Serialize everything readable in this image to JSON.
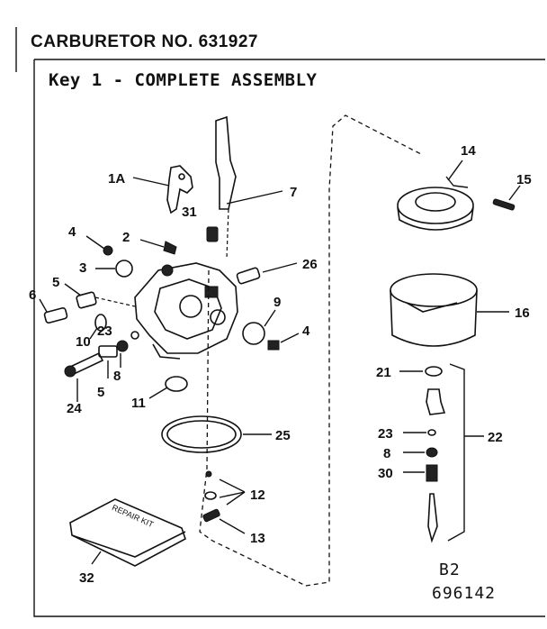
{
  "header": {
    "title": "CARBURETOR NO. 631927",
    "subtitle": "Key 1 - COMPLETE ASSEMBLY"
  },
  "labels": {
    "l1A": "1A",
    "l2": "2",
    "l3": "3",
    "l4a": "4",
    "l4b": "4",
    "l5a": "5",
    "l5b": "5",
    "l6": "6",
    "l7": "7",
    "l8a": "8",
    "l8b": "8",
    "l9": "9",
    "l10": "10",
    "l11": "11",
    "l12": "12",
    "l13": "13",
    "l14": "14",
    "l15": "15",
    "l16": "16",
    "l21": "21",
    "l22": "22",
    "l23a": "23",
    "l23b": "23",
    "l24": "24",
    "l25": "25",
    "l26": "26",
    "l30": "30",
    "l31": "31",
    "l32": "32"
  },
  "booklet_text": "REPAIR KIT",
  "footer": {
    "code_line1": "B2",
    "code_line2": "696142"
  }
}
